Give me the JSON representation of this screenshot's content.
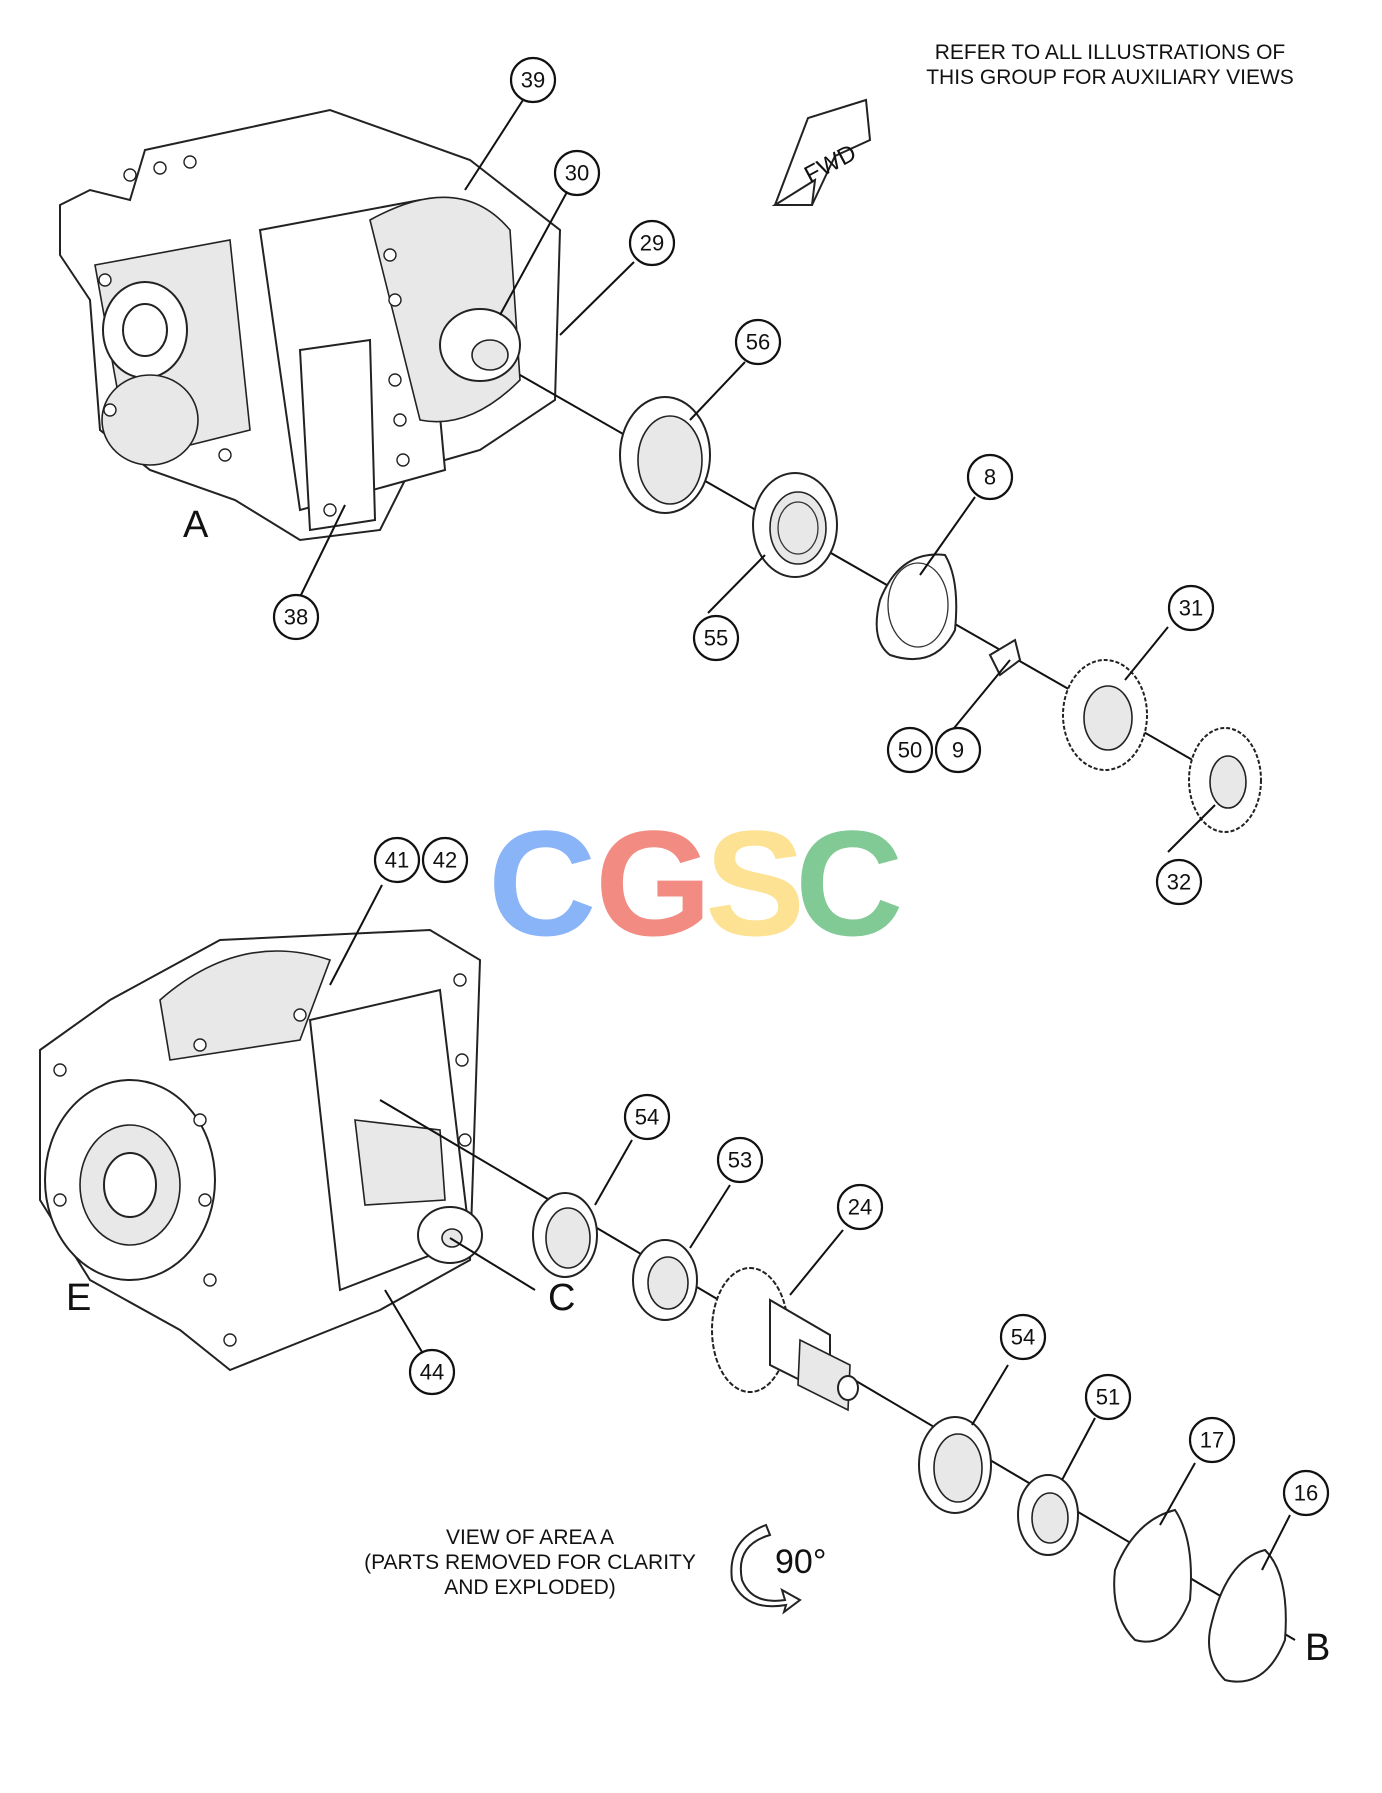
{
  "notes": {
    "refer": [
      "REFER TO ALL ILLUSTRATIONS OF",
      "THIS GROUP FOR AUXILIARY VIEWS"
    ],
    "view_caption": [
      "VIEW OF AREA A",
      "(PARTS REMOVED FOR CLARITY",
      "AND EXPLODED)"
    ],
    "fwd_label": "FWD",
    "rotation_label": "90°"
  },
  "watermark": {
    "letters": [
      {
        "char": "C",
        "color": "#8ab4f8"
      },
      {
        "char": "G",
        "color": "#f28b82"
      },
      {
        "char": "S",
        "color": "#fde293"
      },
      {
        "char": "C",
        "color": "#81c995"
      }
    ]
  },
  "view_letters": [
    "A",
    "E",
    "C",
    "B"
  ],
  "callouts": {
    "c39": "39",
    "c30": "30",
    "c29": "29",
    "c56": "56",
    "c8": "8",
    "c38": "38",
    "c55": "55",
    "c31": "31",
    "c50": "50",
    "c9": "9",
    "c32": "32",
    "c41": "41",
    "c42": "42",
    "c54a": "54",
    "c53": "53",
    "c24": "24",
    "c44": "44",
    "c54b": "54",
    "c51": "51",
    "c17": "17",
    "c16": "16"
  }
}
